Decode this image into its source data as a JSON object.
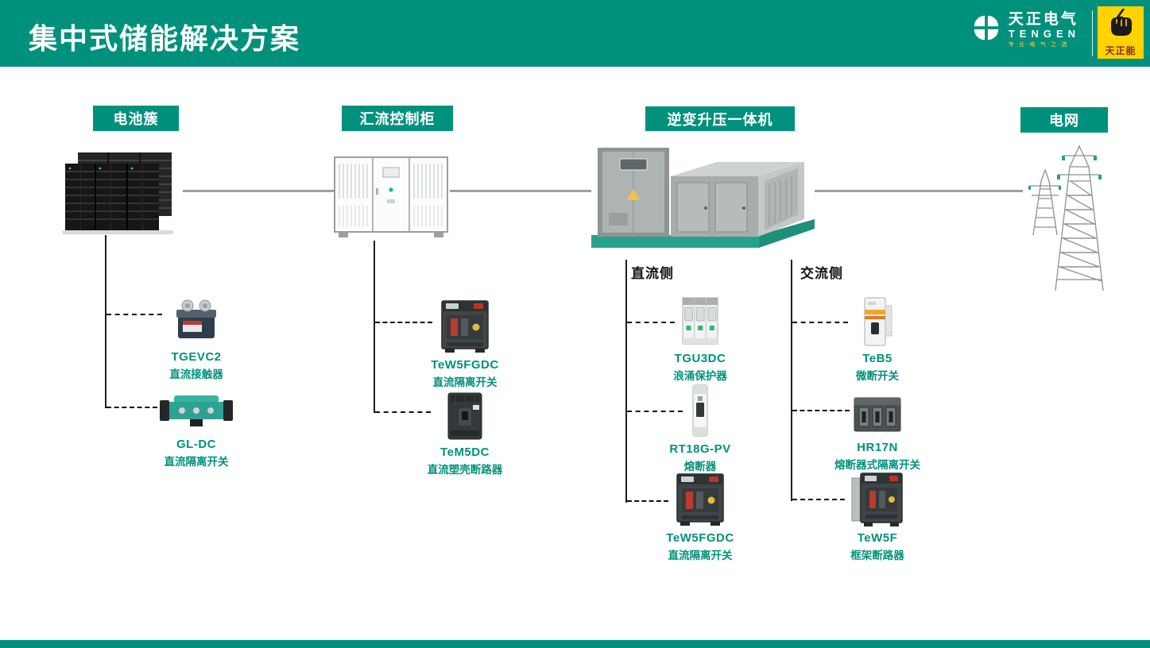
{
  "colors": {
    "accent": "#00917C",
    "badge_bg": "#FFD200",
    "connector_gray": "#9AA0A0",
    "dashed_black": "#111111"
  },
  "header": {
    "title": "集中式储能解决方案",
    "brand_cn": "天正电气",
    "brand_en": "TENGEN",
    "brand_tagline": "专·业·电·气·之·选",
    "badge": "天正能"
  },
  "stations": [
    {
      "label": "电池簇"
    },
    {
      "label": "汇流控制柜"
    },
    {
      "label": "逆变升压一体机"
    },
    {
      "label": "电网"
    }
  ],
  "side_labels": {
    "dc": "直流侧",
    "ac": "交流侧"
  },
  "groups": [
    {
      "parent": "电池簇",
      "items": [
        {
          "model": "TGEVC2",
          "name": "直流接触器"
        },
        {
          "model": "GL-DC",
          "name": "直流隔离开关"
        }
      ]
    },
    {
      "parent": "汇流控制柜",
      "items": [
        {
          "model": "TeW5FGDC",
          "name": "直流隔离开关"
        },
        {
          "model": "TeM5DC",
          "name": "直流塑壳断路器"
        }
      ]
    },
    {
      "parent": "逆变升压一体机",
      "side": "直流侧",
      "items": [
        {
          "model": "TGU3DC",
          "name": "浪涌保护器"
        },
        {
          "model": "RT18G-PV",
          "name": "熔断器"
        },
        {
          "model": "TeW5FGDC",
          "name": "直流隔离开关"
        }
      ]
    },
    {
      "parent": "逆变升压一体机",
      "side": "交流侧",
      "items": [
        {
          "model": "TeB5",
          "name": "微断开关"
        },
        {
          "model": "HR17N",
          "name": "熔断器式隔离开关"
        },
        {
          "model": "TeW5F",
          "name": "框架断路器"
        }
      ]
    }
  ]
}
